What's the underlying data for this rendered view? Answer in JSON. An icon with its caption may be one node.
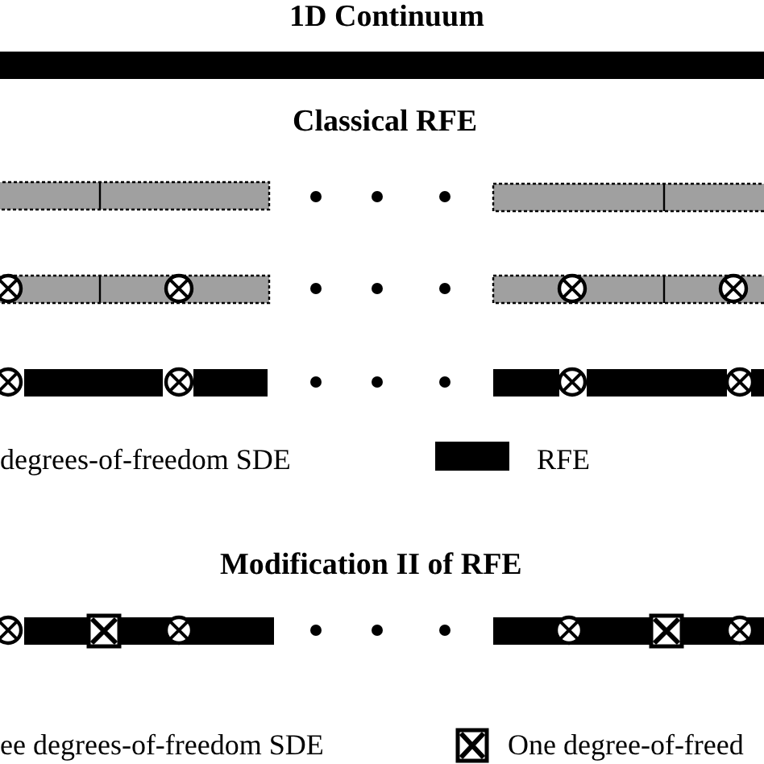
{
  "diagram": {
    "title": "1D Continuum",
    "labels": [
      "Classical RFE",
      "Modification II of RFE"
    ],
    "legend": [
      {
        "text": "degrees-of-freedom SDE"
      },
      {
        "text": "RFE",
        "color": "#000000"
      },
      {
        "text": "ee degrees-of-freedom SDE"
      },
      {
        "text": "One degree-of-freed"
      }
    ]
  }
}
